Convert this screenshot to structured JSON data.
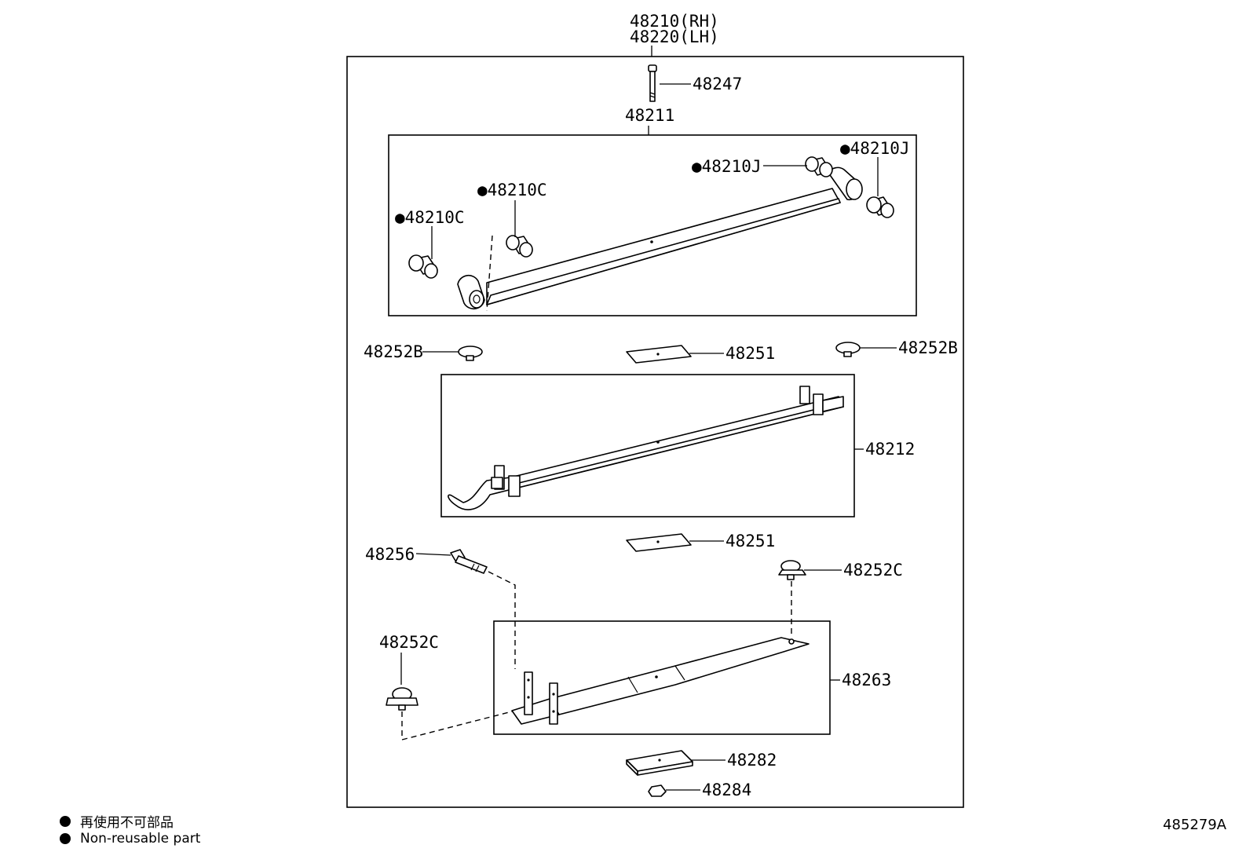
{
  "assembly": {
    "rh": "48210(RH)",
    "lh": "48220(LH)"
  },
  "parts": {
    "bolt_top": "48247",
    "leaf_no1": "48211",
    "bushing_j_left": "●48210J",
    "bushing_j_right": "●48210J",
    "bushing_c_upper": "●48210C",
    "bushing_c_lower": "●48210C",
    "silencer_left": "48252B",
    "silencer_right": "48252B",
    "insert_upper": "48251",
    "leaf_no2": "48212",
    "insert_lower": "48251",
    "bolt_center": "48256",
    "clip_right": "48252C",
    "clip_left": "48252C",
    "leaf_no3": "48263",
    "seat": "48282",
    "nut": "48284"
  },
  "legend": {
    "jp": "再使用不可部品",
    "en": "Non-reusable part"
  },
  "diagram_id": "485279A"
}
